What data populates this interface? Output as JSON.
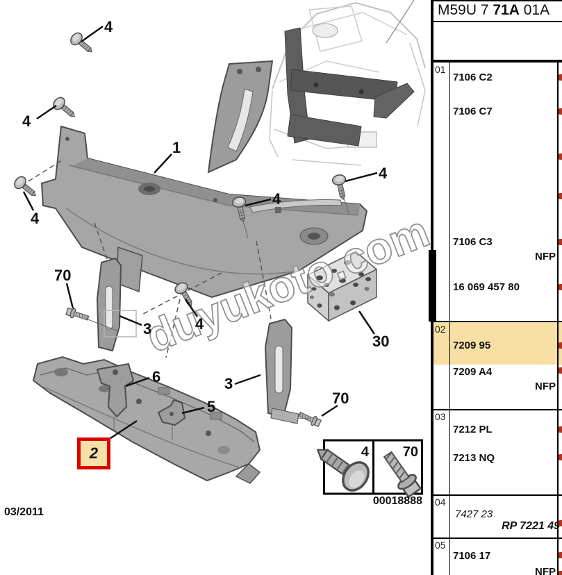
{
  "part_reference": {
    "prefix": "M59U 7 ",
    "bold": "71A",
    "suffix": " 01A"
  },
  "table": {
    "rows": [
      {
        "num": "01",
        "entries": [
          "7106 C2",
          "7106 C7",
          "7106 C3",
          "NFP",
          "16 069 457 80"
        ]
      },
      {
        "num": "02",
        "entries": [
          "7209 95",
          "7209 A4",
          "NFP"
        ]
      },
      {
        "num": "03",
        "entries": [
          "7212 PL",
          "7213 NQ"
        ]
      },
      {
        "num": "04",
        "entries": [
          "7427 23",
          "RP 7221 49"
        ]
      },
      {
        "num": "05",
        "entries": [
          "7106 17",
          "NFP"
        ]
      }
    ],
    "highlight_color": "#f8dfa4"
  },
  "diagram": {
    "date_code": "03/2011",
    "watermark": "duyukoto.com",
    "highlight_callout": "2",
    "highlight_box_color": "#dd0000",
    "callouts": {
      "c1": "4",
      "c2": "4",
      "c3": "4",
      "c4": "1",
      "c5": "4",
      "c6": "4",
      "c7": "4",
      "c8": "70",
      "c9": "3",
      "c10": "30",
      "c11": "6",
      "c12": "5",
      "c13": "3",
      "c14": "70"
    },
    "inset": {
      "screw_a_label": "4",
      "screw_b_label": "70",
      "code": "00018888"
    }
  }
}
